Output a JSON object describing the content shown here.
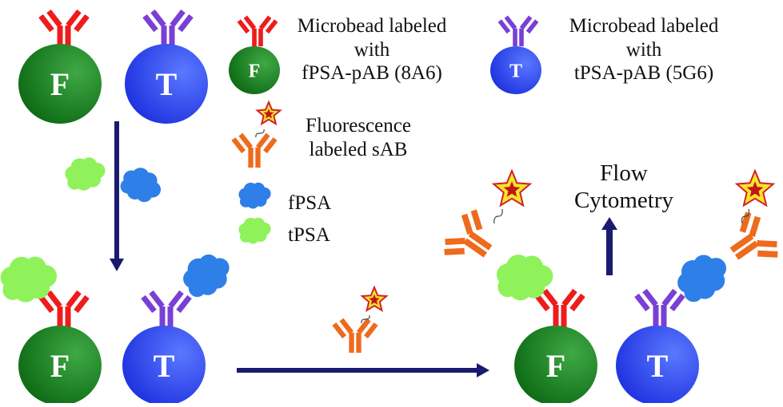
{
  "colors": {
    "f_bead": "#0d6b14",
    "f_bead_shine": "#3fa845",
    "t_bead": "#1f33e0",
    "t_bead_shine": "#5a78ff",
    "f_antibody": "#ee1c1c",
    "t_antibody": "#7a3fd6",
    "sab_antibody": "#ee6a1c",
    "fpsa": "#2f7fe8",
    "tpsa": "#8ff25a",
    "arrow": "#1a1a6e",
    "star_fill": "#f4e42a",
    "star_core": "#c0161a"
  },
  "beads": {
    "f_letter": "F",
    "t_letter": "T"
  },
  "legend": {
    "f_bead_line1": "Microbead labeled",
    "f_bead_line2": "with",
    "f_bead_line3": "fPSA-pAB (8A6)",
    "t_bead_line1": "Microbead labeled",
    "t_bead_line2": "with",
    "t_bead_line3": "tPSA-pAB (5G6)",
    "sab_line1": "Fluorescence",
    "sab_line2": "labeled sAB",
    "fpsa": "fPSA",
    "tpsa": "tPSA"
  },
  "detection": {
    "line1": "Flow",
    "line2": "Cytometry"
  }
}
